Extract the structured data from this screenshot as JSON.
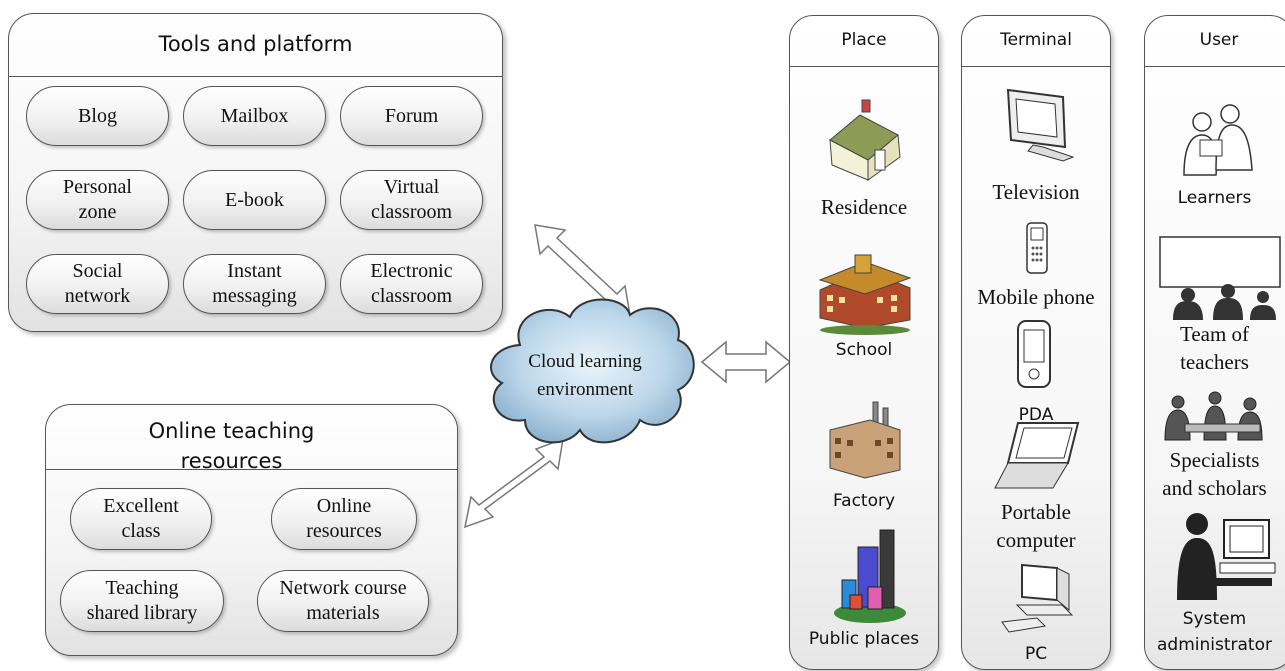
{
  "tools_panel": {
    "title": "Tools and platform",
    "items": [
      {
        "lines": [
          "Blog"
        ]
      },
      {
        "lines": [
          "Mailbox"
        ]
      },
      {
        "lines": [
          "Forum"
        ]
      },
      {
        "lines": [
          "Personal",
          "zone"
        ]
      },
      {
        "lines": [
          "E-book"
        ]
      },
      {
        "lines": [
          "Virtual",
          "classroom"
        ]
      },
      {
        "lines": [
          "Social",
          "network"
        ]
      },
      {
        "lines": [
          "Instant",
          "messaging"
        ]
      },
      {
        "lines": [
          "Electronic",
          "classroom"
        ]
      }
    ]
  },
  "resources_panel": {
    "title_line1": "Online teaching",
    "title_line2": "resources",
    "items": [
      {
        "lines": [
          "Excellent",
          "class"
        ]
      },
      {
        "lines": [
          "Online",
          "resources"
        ]
      },
      {
        "lines": [
          "Teaching",
          "shared library"
        ]
      },
      {
        "lines": [
          "Network course",
          "materials"
        ]
      }
    ]
  },
  "cloud": {
    "line1": "Cloud learning",
    "line2": "environment"
  },
  "columns": {
    "place": {
      "title": "Place",
      "items": [
        {
          "label": "Residence",
          "icon": "house-icon"
        },
        {
          "label": "School",
          "icon": "school-building-icon"
        },
        {
          "label": "Factory",
          "icon": "factory-icon"
        },
        {
          "label": "Public places",
          "icon": "city-buildings-icon"
        }
      ]
    },
    "terminal": {
      "title": "Terminal",
      "items": [
        {
          "label": "Television",
          "icon": "television-icon"
        },
        {
          "label": "Mobile phone",
          "icon": "mobile-phone-icon"
        },
        {
          "label": "PDA",
          "icon": "pda-icon"
        },
        {
          "label_line1": "Portable",
          "label_line2": "computer",
          "icon": "laptop-icon"
        },
        {
          "label": "PC",
          "icon": "desktop-pc-icon"
        }
      ]
    },
    "user": {
      "title": "User",
      "items": [
        {
          "label": "Learners",
          "icon": "learners-icon"
        },
        {
          "label_line1": "Team of",
          "label_line2": "teachers",
          "icon": "teachers-team-icon"
        },
        {
          "label_line1": "Specialists",
          "label_line2": "and scholars",
          "icon": "specialists-icon"
        },
        {
          "label_line1": "System",
          "label_line2": "administrator",
          "icon": "administrator-icon"
        }
      ]
    }
  }
}
